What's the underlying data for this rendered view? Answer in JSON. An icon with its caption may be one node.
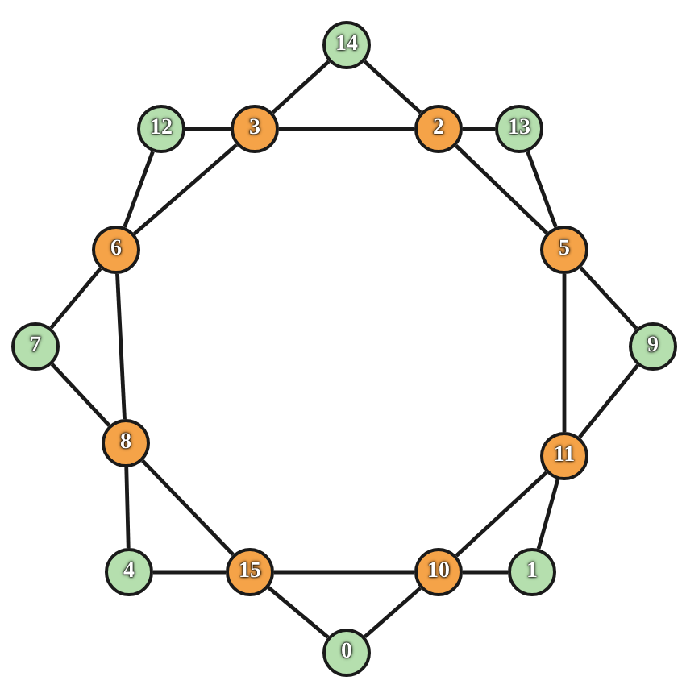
{
  "diagram": {
    "nodes": [
      {
        "text": [
          "14"
        ]
      },
      {
        "text": [
          "12"
        ]
      },
      {
        "text": [
          "3"
        ]
      },
      {
        "text": [
          "2"
        ]
      },
      {
        "text": [
          "13"
        ]
      },
      {
        "text": [
          "6"
        ]
      },
      {
        "text": [
          "5"
        ]
      },
      {
        "text": [
          "7"
        ]
      },
      {
        "text": [
          "9"
        ]
      },
      {
        "text": [
          "8"
        ]
      },
      {
        "text": [
          "11"
        ]
      },
      {
        "text": [
          "4"
        ]
      },
      {
        "text": [
          "15"
        ]
      },
      {
        "text": [
          "10"
        ]
      },
      {
        "text": [
          "1"
        ]
      },
      {
        "text": [
          "0"
        ]
      }
    ],
    "edges": [
      {
        "from": 2,
        "to": 0,
        "arrow": "none"
      },
      {
        "from": 0,
        "to": 3,
        "arrow": "none"
      },
      {
        "from": 1,
        "to": 2,
        "arrow": "none"
      },
      {
        "from": 2,
        "to": 3,
        "arrow": "none"
      },
      {
        "from": 3,
        "to": 4,
        "arrow": "none"
      },
      {
        "from": 1,
        "to": 5,
        "arrow": "none"
      },
      {
        "from": 2,
        "to": 5,
        "arrow": "none"
      },
      {
        "from": 3,
        "to": 6,
        "arrow": "none"
      },
      {
        "from": 4,
        "to": 6,
        "arrow": "none"
      },
      {
        "from": 5,
        "to": 7,
        "arrow": "none"
      },
      {
        "from": 7,
        "to": 9,
        "arrow": "none"
      },
      {
        "from": 5,
        "to": 9,
        "arrow": "none"
      },
      {
        "from": 6,
        "to": 8,
        "arrow": "none"
      },
      {
        "from": 8,
        "to": 10,
        "arrow": "none"
      },
      {
        "from": 6,
        "to": 10,
        "arrow": "none"
      },
      {
        "from": 9,
        "to": 11,
        "arrow": "none"
      },
      {
        "from": 9,
        "to": 12,
        "arrow": "none"
      },
      {
        "from": 11,
        "to": 12,
        "arrow": "none"
      },
      {
        "from": 12,
        "to": 13,
        "arrow": "none"
      },
      {
        "from": 12,
        "to": 15,
        "arrow": "none"
      },
      {
        "from": 15,
        "to": 13,
        "arrow": "none"
      },
      {
        "from": 13,
        "to": 10,
        "arrow": "none"
      },
      {
        "from": 13,
        "to": 14,
        "arrow": "none"
      },
      {
        "from": 10,
        "to": 14,
        "arrow": "none"
      }
    ]
  }
}
